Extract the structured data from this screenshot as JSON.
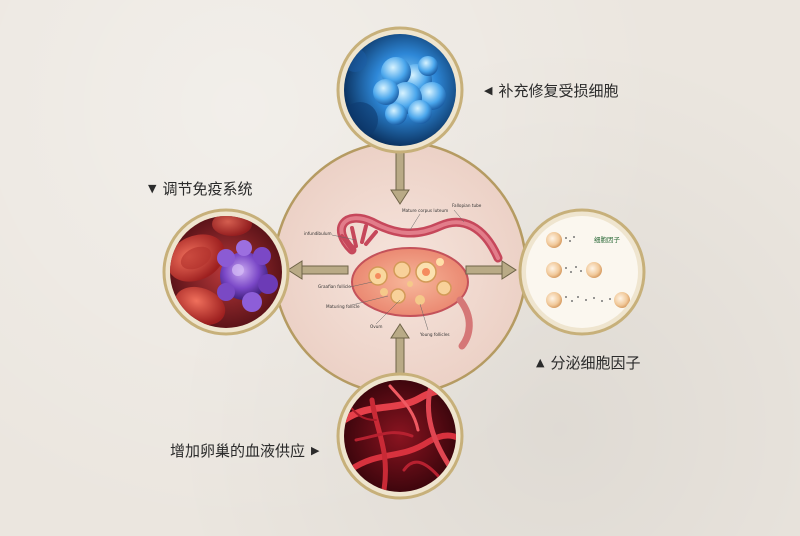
{
  "labels": {
    "top_right": "补充修复受损细胞",
    "left": "调节免疫系统",
    "bottom_right": "分泌细胞因子",
    "bottom_left": "增加卵巢的血液供应"
  },
  "ovary_labels": [
    "infundibulum",
    "Mature corpus luteum",
    "Fallopian tube",
    "Graafian follicle",
    "Maturing follicle",
    "Ovum",
    "Young follicles"
  ],
  "cytokine_label": "细胞因子",
  "colors": {
    "frame": "#c7b07a",
    "ring": "#b59b62",
    "center_fill": "#f3dcd2",
    "arrow": "#b9aa86",
    "arrow_edge": "#6f6448"
  }
}
